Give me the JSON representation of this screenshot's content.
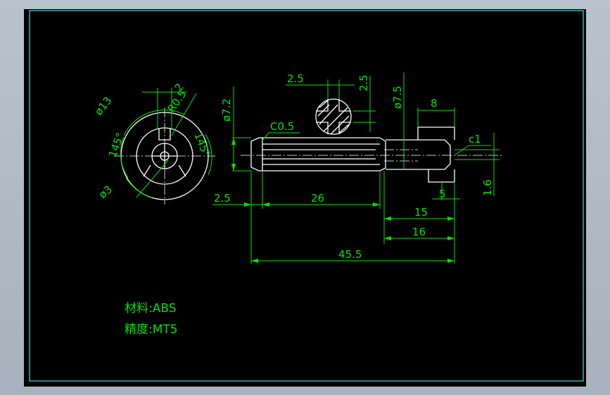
{
  "drawing": {
    "material": "材料:ABS",
    "precision": "精度:MT5"
  },
  "dimensions": {
    "d13": "ø13",
    "r05": "R0.5",
    "two": "2",
    "a145_left": "145°",
    "a145_right": "145°",
    "d3": "ø3",
    "d72": "ø7.2",
    "c05": "C0.5",
    "top25": "2.5",
    "side25": "2.5",
    "d75": "ø7.5",
    "eight": "8",
    "c1": "c1",
    "sixteen_tenths": "1.6",
    "left25": "2.5",
    "twentysix": "26",
    "five": "5",
    "fifteen": "15",
    "sixteen": "16",
    "total": "45.5"
  },
  "colors": {
    "frame": "#34d0d6",
    "outline": "#ffffff",
    "dimension": "#00e000",
    "background": "#000000"
  }
}
